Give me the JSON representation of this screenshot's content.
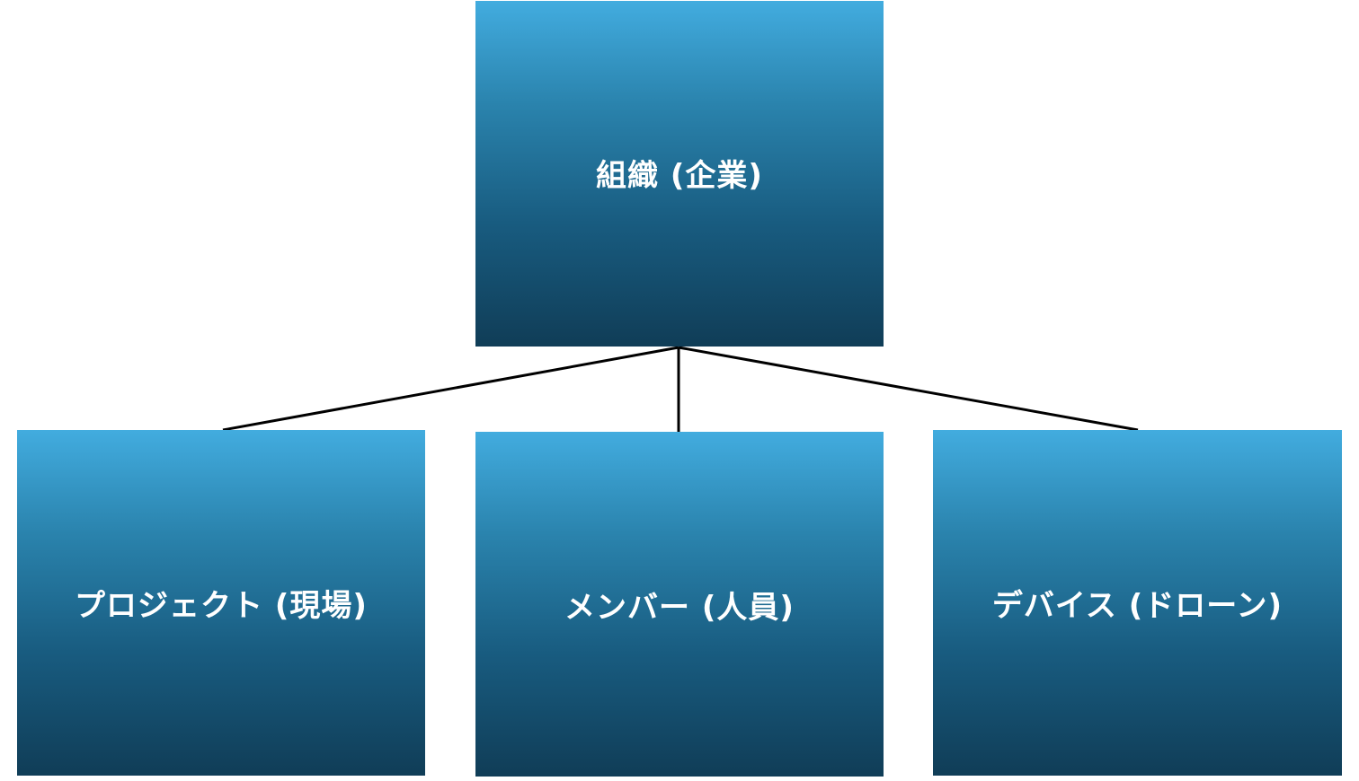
{
  "diagram": {
    "type": "org-tree",
    "root": {
      "label": "組織 (企業)"
    },
    "children": [
      {
        "label": "プロジェクト (現場)"
      },
      {
        "label": "メンバー (人員)"
      },
      {
        "label": "デバイス (ドローン)"
      }
    ],
    "colors": {
      "node_gradient_top": "#42acdf",
      "node_gradient_bottom": "#103d57",
      "node_text": "#ffffff",
      "connector": "#000000"
    }
  }
}
